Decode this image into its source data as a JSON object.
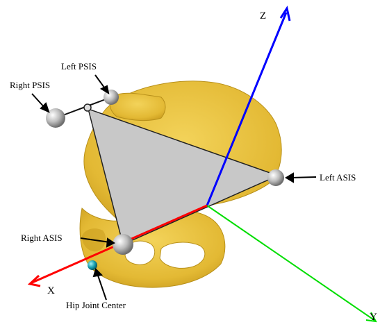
{
  "axes": {
    "x": {
      "label": "X",
      "color": "#ff0000"
    },
    "y": {
      "label": "Y",
      "color": "#00dd00"
    },
    "z": {
      "label": "Z",
      "color": "#0000ff"
    }
  },
  "landmarks": {
    "left_psis": "Left PSIS",
    "right_psis": "Right PSIS",
    "left_asis": "Left ASIS",
    "right_asis": "Right ASIS",
    "hip_joint_center": "Hip Joint Center"
  },
  "colors": {
    "bone": "#e8c23a",
    "bone_shadow": "#c79a1a",
    "triangle_fill": "#c8c8c8",
    "marker": "#c0c0c0",
    "hip_joint_marker": "#18a0b0"
  }
}
